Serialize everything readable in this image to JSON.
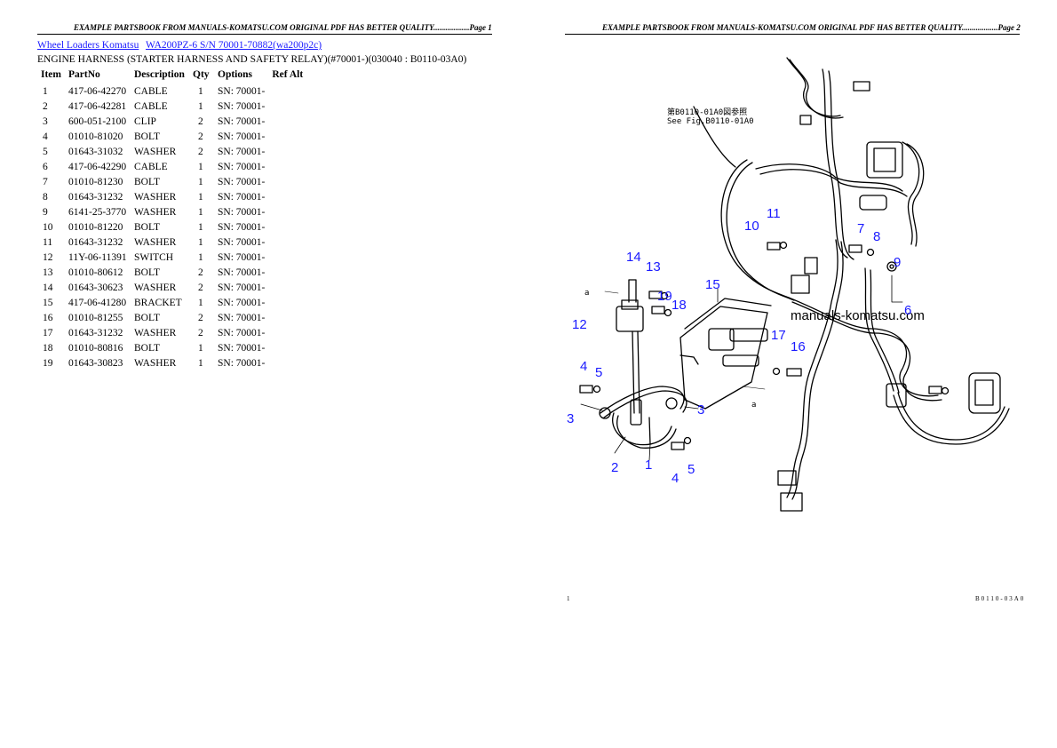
{
  "page1": {
    "header": "EXAMPLE PARTSBOOK FROM MANUALS-KOMATSU.COM ORIGINAL PDF HAS BETTER QUALITY..................Page 1",
    "breadcrumb": [
      "Wheel Loaders Komatsu",
      "WA200PZ-6 S/N 70001-70882(wa200p2c)"
    ],
    "subtitle": "ENGINE HARNESS (STARTER HARNESS AND SAFETY RELAY)(#70001-)(030040 : B0110-03A0)",
    "columns": [
      "Item",
      "PartNo",
      "Description",
      "Qty",
      "Options",
      "Ref Alt"
    ],
    "rows": [
      {
        "item": "1",
        "partno": "417-06-42270",
        "desc": "CABLE",
        "qty": "1",
        "options": "SN: 70001-"
      },
      {
        "item": "2",
        "partno": "417-06-42281",
        "desc": "CABLE",
        "qty": "1",
        "options": "SN: 70001-"
      },
      {
        "item": "3",
        "partno": "600-051-2100",
        "desc": "CLIP",
        "qty": "2",
        "options": "SN: 70001-"
      },
      {
        "item": "4",
        "partno": "01010-81020",
        "desc": "BOLT",
        "qty": "2",
        "options": "SN: 70001-"
      },
      {
        "item": "5",
        "partno": "01643-31032",
        "desc": "WASHER",
        "qty": "2",
        "options": "SN: 70001-"
      },
      {
        "item": "6",
        "partno": "417-06-42290",
        "desc": "CABLE",
        "qty": "1",
        "options": "SN: 70001-"
      },
      {
        "item": "7",
        "partno": "01010-81230",
        "desc": "BOLT",
        "qty": "1",
        "options": "SN: 70001-"
      },
      {
        "item": "8",
        "partno": "01643-31232",
        "desc": "WASHER",
        "qty": "1",
        "options": "SN: 70001-"
      },
      {
        "item": "9",
        "partno": "6141-25-3770",
        "desc": "WASHER",
        "qty": "1",
        "options": "SN: 70001-"
      },
      {
        "item": "10",
        "partno": "01010-81220",
        "desc": "BOLT",
        "qty": "1",
        "options": "SN: 70001-"
      },
      {
        "item": "11",
        "partno": "01643-31232",
        "desc": "WASHER",
        "qty": "1",
        "options": "SN: 70001-"
      },
      {
        "item": "12",
        "partno": "11Y-06-11391",
        "desc": "SWITCH",
        "qty": "1",
        "options": "SN: 70001-"
      },
      {
        "item": "13",
        "partno": "01010-80612",
        "desc": "BOLT",
        "qty": "2",
        "options": "SN: 70001-"
      },
      {
        "item": "14",
        "partno": "01643-30623",
        "desc": "WASHER",
        "qty": "2",
        "options": "SN: 70001-"
      },
      {
        "item": "15",
        "partno": "417-06-41280",
        "desc": "BRACKET",
        "qty": "1",
        "options": "SN: 70001-"
      },
      {
        "item": "16",
        "partno": "01010-81255",
        "desc": "BOLT",
        "qty": "2",
        "options": "SN: 70001-"
      },
      {
        "item": "17",
        "partno": "01643-31232",
        "desc": "WASHER",
        "qty": "2",
        "options": "SN: 70001-"
      },
      {
        "item": "18",
        "partno": "01010-80816",
        "desc": "BOLT",
        "qty": "1",
        "options": "SN: 70001-"
      },
      {
        "item": "19",
        "partno": "01643-30823",
        "desc": "WASHER",
        "qty": "1",
        "options": "SN: 70001-"
      }
    ]
  },
  "page2": {
    "header": "EXAMPLE PARTSBOOK FROM MANUALS-KOMATSU.COM ORIGINAL PDF HAS BETTER QUALITY..................Page 2",
    "diagram": {
      "note_line1": "第B0110-01A0図参照",
      "note_line2": "See Fig.B0110-01A0",
      "watermark": "manuals-komatsu.com",
      "callouts": [
        "1",
        "2",
        "3",
        "3",
        "4",
        "4",
        "5",
        "5",
        "6",
        "7",
        "8",
        "9",
        "10",
        "11",
        "12",
        "13",
        "14",
        "15",
        "16",
        "17",
        "18",
        "19"
      ],
      "view_marks": [
        "a",
        "a"
      ]
    },
    "footer_left": "1",
    "footer_right": "B0110-03A0"
  },
  "colors": {
    "link": "#1a1aff",
    "callout": "#1a1aff",
    "text": "#000000"
  }
}
